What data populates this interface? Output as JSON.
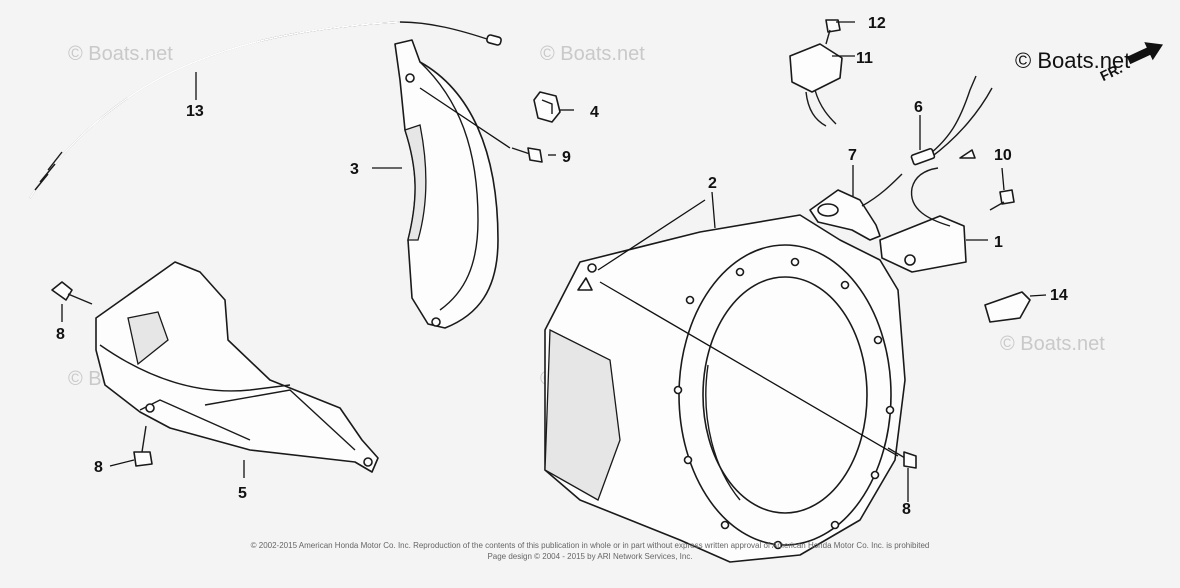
{
  "watermark": "© Boats.net",
  "brand": "© Boats.net",
  "direction_label": "FR.",
  "callouts": {
    "c1": "1",
    "c2": "2",
    "c3": "3",
    "c4": "4",
    "c5": "5",
    "c6": "6",
    "c7": "7",
    "c8a": "8",
    "c8b": "8",
    "c8c": "8",
    "c9": "9",
    "c10": "10",
    "c11": "11",
    "c12": "12",
    "c13": "13",
    "c14": "14"
  },
  "copyright": {
    "line1": "© 2002-2015 American Honda Motor Co. Inc. Reproduction of the contents of this publication in whole or in part without express written approval of American Honda Motor Co. Inc. is prohibited",
    "line2": "Page design © 2004 - 2015 by ARI Network Services, Inc."
  }
}
